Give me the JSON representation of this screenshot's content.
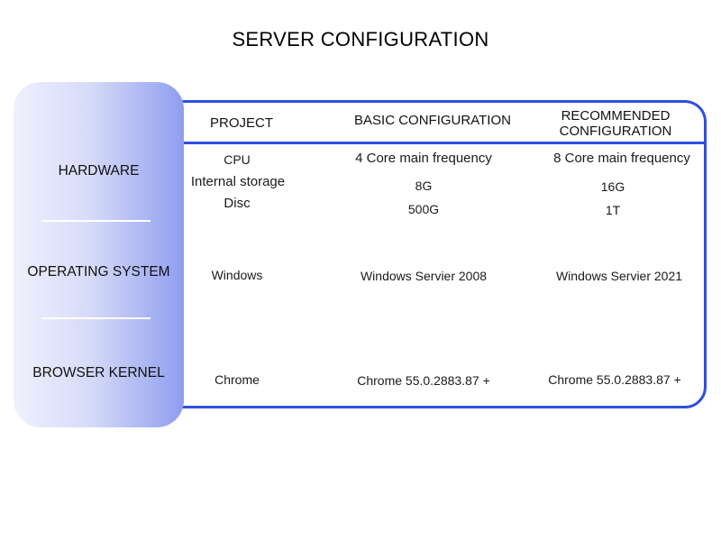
{
  "title": "SERVER CONFIGURATION",
  "columns": {
    "project": "PROJECT",
    "basic": "BASIC CONFIGURATION",
    "recommended": "RECOMMENDED CONFIGURATION"
  },
  "categories": {
    "hardware": "HARDWARE",
    "operating_system": "OPERATING SYSTEM",
    "browser_kernel": "BROWSER KERNEL"
  },
  "rows": {
    "cpu": {
      "project": "CPU",
      "basic": "4 Core main frequency",
      "recommended": "8 Core main frequency"
    },
    "storage": {
      "project": "Internal storage",
      "basic": "8G",
      "recommended": "16G"
    },
    "disc": {
      "project": "Disc",
      "basic": "500G",
      "recommended": "1T"
    },
    "os": {
      "project": "Windows",
      "basic": "Windows Servier 2008",
      "recommended": "Windows Servier 2021"
    },
    "browser": {
      "project": "Chrome",
      "basic": "Chrome 55.0.2883.87 +",
      "recommended": "Chrome 55.0.2883.87 +"
    }
  },
  "colors": {
    "accent": "#2f4fe0",
    "panel_gradient_start": "#eff1fd",
    "panel_gradient_end": "#8f9df0"
  }
}
